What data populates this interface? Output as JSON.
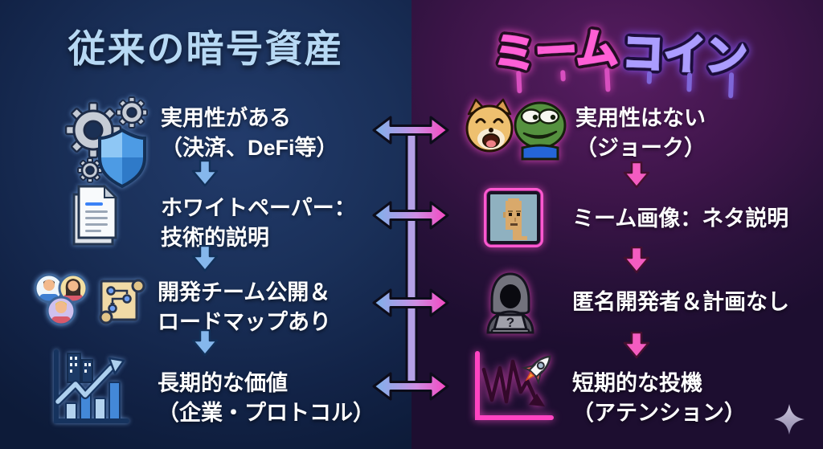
{
  "slide": {
    "left": {
      "title": "従来の暗号資産",
      "accent_color": "#85b7ec",
      "rows": [
        {
          "icon": "gears-shield-icon",
          "line1": "実用性がある",
          "line2": "（決済、DeFi等）"
        },
        {
          "icon": "whitepaper-document-icon",
          "line1": "ホワイトペーパー：",
          "line2": "技術的説明"
        },
        {
          "icon": "team-and-roadmap-icon",
          "line1": "開発チーム公開＆",
          "line2": "ロードマップあり"
        },
        {
          "icon": "growth-chart-icon",
          "line1": "長期的な価値",
          "line2": "（企業・プロトコル）"
        }
      ]
    },
    "right": {
      "title_pink": "ミーム",
      "title_purple": "コイン",
      "accent_color": "#f45cc1",
      "rows": [
        {
          "icon": "doge-and-pepe-icon",
          "line1": "実用性はない",
          "line2": "（ジョーク）"
        },
        {
          "icon": "cryptopunk-pixel-avatar-icon",
          "line1": "ミーム画像：ネタ説明",
          "line2": ""
        },
        {
          "icon": "anonymous-hacker-icon",
          "line1": "匿名開発者＆計画なし",
          "line2": "",
          "laptop_label": "?"
        },
        {
          "icon": "volatile-chart-rocket-icon",
          "line1": "短期的な投機",
          "line2": "（アテンション）"
        }
      ]
    },
    "connector": {
      "type": "double-headed-arrows",
      "count": 4,
      "left_color": "#7db2ea",
      "right_color": "#f546c0",
      "bar_color": "#b4a1e6"
    },
    "decoration": {
      "sparkle": "sparkle-icon"
    }
  }
}
